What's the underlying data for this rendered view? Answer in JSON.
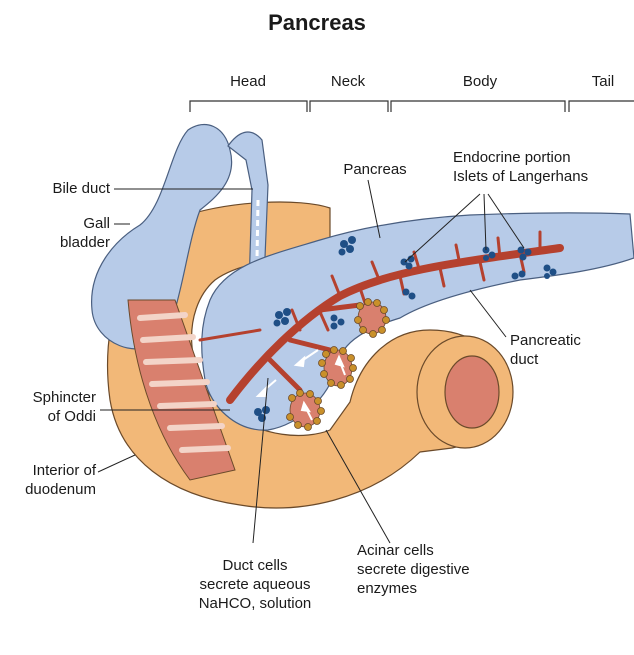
{
  "title": "Pancreas",
  "regions": {
    "head": "Head",
    "neck": "Neck",
    "body": "Body",
    "tail": "Tail"
  },
  "labels": {
    "bile_duct": "Bile duct",
    "gall_bladder": [
      "Gall",
      "bladder"
    ],
    "pancreas": "Pancreas",
    "endocrine": [
      "Endocrine portion",
      "Islets of Langerhans"
    ],
    "pancreatic_duct": [
      "Pancreatic",
      "duct"
    ],
    "sphincter": [
      "Sphincter",
      "of Oddi"
    ],
    "duodenum": [
      "Interior of",
      "duodenum"
    ],
    "duct_cells": [
      "Duct cells",
      "secrete aqueous",
      "NaHCO, solution"
    ],
    "acinar_cells": [
      "Acinar cells",
      "secrete digestive",
      "enzymes"
    ]
  },
  "colors": {
    "duodenum": "#f2b878",
    "pancreas": "#b7cbe8",
    "duct": "#b5412e",
    "duodenum_interior": "#d9806e",
    "islet": "#1f4f86",
    "acini": "#c9902a"
  }
}
